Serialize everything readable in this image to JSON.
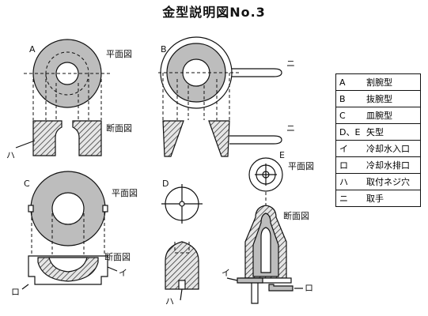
{
  "title": "金型説明図No.3",
  "labels": {
    "A": "A",
    "B": "B",
    "C": "C",
    "D": "D",
    "E": "E",
    "plan": "平面図",
    "section": "断面図",
    "ha": "ハ",
    "ni": "ニ",
    "i": "イ",
    "ro": "ロ"
  },
  "legend": [
    {
      "key": "A",
      "text": "割腕型"
    },
    {
      "key": "B",
      "text": "抜腕型"
    },
    {
      "key": "C",
      "text": "皿腕型"
    },
    {
      "key": "D、E",
      "text": "矢型"
    },
    {
      "key": "イ",
      "text": "冷却水入口"
    },
    {
      "key": "ロ",
      "text": "冷却水排口"
    },
    {
      "key": "ハ",
      "text": "取付ネジ穴"
    },
    {
      "key": "ニ",
      "text": "取手"
    }
  ]
}
